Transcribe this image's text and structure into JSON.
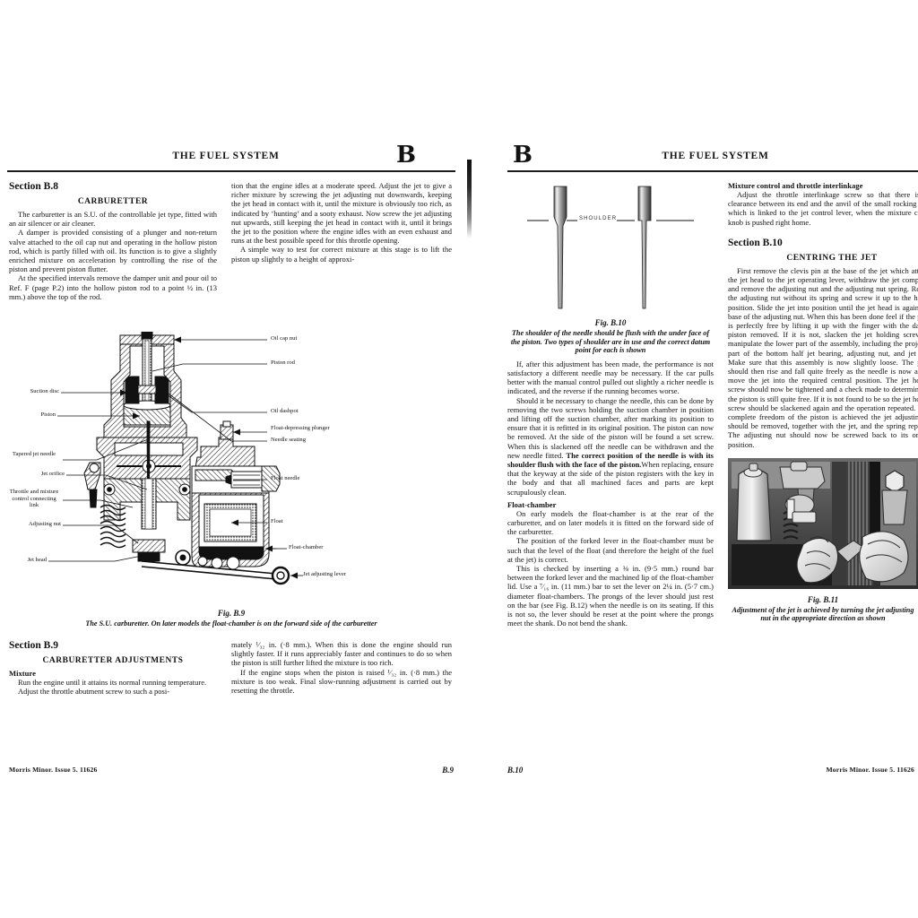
{
  "document": {
    "kind": "workshop-manual-spread",
    "running_head": "THE FUEL SYSTEM",
    "section_letter": "B"
  },
  "left_page": {
    "folio": "B.9",
    "imprint": "Morris Minor.   Issue 5.   11626",
    "section_b8": {
      "number": "Section B.8",
      "title": "CARBURETTER",
      "paragraphs": [
        "The carburetter is an S.U. of the controllable jet type, fitted with an air silencer or air cleaner.",
        "A damper is provided consisting of a plunger and non-return valve attached to the oil cap nut and operating in the hollow piston rod, which is partly filled with oil. Its function is to give a slightly enriched mixture on acceleration by controlling the rise of the piston and prevent piston flutter.",
        "At the specified intervals remove the damper unit and pour oil to Ref. F (page P.2) into the hollow piston rod to a point ½ in. (13 mm.) above the top of the rod.",
        "tion that the engine idles at a moderate speed. Adjust the jet to give a richer mixture by screwing the jet adjusting nut downwards, keeping the jet head in contact with it, until the mixture is obviously too rich, as indicated by ‘hunting’ and a sooty exhaust. Now screw the jet adjusting nut upwards, still keeping the jet head in contact with it, until it brings the jet to the position where the engine idles with an even exhaust and runs at the best possible speed for this throttle opening.",
        "A simple way to test for correct mixture at this stage is to lift the piston up slightly to a height of approxi-"
      ]
    },
    "figure_b9": {
      "number": "Fig. B.9",
      "caption": "The S.U. carburetter. On later models the float-chamber is on the forward side of the carburetter",
      "callouts_right": [
        "Oil cap nut",
        "Piston rod",
        "Oil dashpot",
        "Needle seating",
        "Float-depressing plunger",
        "Float needle",
        "Float",
        "Float-chamber",
        "Jet adjusting lever"
      ],
      "callouts_left": [
        "Suction disc",
        "Piston",
        "Tapered jet needle",
        "Jet orifice",
        "Throttle and mixture control connecting link",
        "Adjusting nut",
        "Jet head"
      ]
    },
    "section_b9": {
      "number": "Section B.9",
      "title": "CARBURETTER ADJUSTMENTS",
      "minihead": "Mixture",
      "paragraphs": [
        "Run the engine until it attains its normal running temperature.",
        "Adjust the throttle abutment screw to such a posi-",
        "mately ¹⁄₃₂ in. (·8 mm.). When this is done the engine should run slightly faster. If it runs appreciably faster and continues to do so when the piston is still further lifted the mixture is too rich.",
        "If the engine stops when the piston is raised ¹⁄₃₂ in. (·8 mm.) the mixture is too weak. Final slow-running adjustment is carried out by resetting the throttle."
      ]
    }
  },
  "right_page": {
    "folio": "B.10",
    "imprint": "Morris Minor.   Issue 5.   11626",
    "figure_b10": {
      "number": "Fig. B.10",
      "caption": "The shoulder of the needle should be flush with the under face of the piston. Two types of shoulder are in use and the correct datum point for each is shown",
      "label": "SHOULDER"
    },
    "left_column": {
      "paragraphs": [
        "If, after this adjustment has been made, the performance is not satisfactory a different needle may be necessary. If the car pulls better with the manual control pulled out slightly a richer needle is indicated, and the reverse if the running becomes worse.",
        "Should it be necessary to change the needle, this can be done by removing the two screws holding the suction chamber in position and lifting off the suction chamber, after marking its position to ensure that it is refitted in its original position. The piston can now be removed. At the side of the piston will be found a set screw. When this is slackened off the needle can be withdrawn and the new needle fitted. ",
        "When replacing, ensure that the keyway at the side of the piston registers with the key in the body and that all machined faces and parts are kept scrupulously clean."
      ],
      "bold_sentence": "The correct position of the needle is with its shoulder flush with the face of the piston.",
      "float_chamber": {
        "heading": "Float-chamber",
        "paragraphs": [
          "On early models the float-chamber is at the rear of the carburetter, and on later models it is fitted on the forward side of the carburetter.",
          "The position of the forked lever in the float-chamber must be such that the level of the float (and therefore the height of the fuel at the jet) is correct.",
          "This is checked by inserting a ⅜ in. (9·5 mm.) round bar between the forked lever and the machined lip of the float-chamber lid. Use a ⁷⁄₁₆ in. (11 mm.) bar to set the lever on 2¼ in. (5·7 cm.) diameter float-chambers. The prongs of the lever should just rest on the bar (see Fig. B.12) when the needle is on its seating. If this is not so, the lever should be reset at the point where the prongs meet the shank. Do not bend the shank."
        ]
      }
    },
    "right_column": {
      "interlinkage": {
        "heading": "Mixture control and throttle interlinkage",
        "paragraph": "Adjust the throttle interlinkage screw so that there is just clearance between its end and the anvil of the small rocking lever, which is linked to the jet control lever, when the mixture control knob is pushed right home."
      },
      "section_b10": {
        "number": "Section B.10",
        "title": "CENTRING THE JET",
        "paragraphs": [
          "First remove the clevis pin at the base of the jet which attaches the jet head to the jet operating lever, withdraw the jet completely and remove the adjusting nut and the adjusting nut spring. Replace the adjusting nut without its spring and screw it up to the highest position. Slide the jet into position until the jet head is against the base of the adjusting nut. When this has been done feel if the piston is perfectly free by lifting it up with the finger with the dashpot piston removed. If it is not, slacken the jet holding screw and manipulate the lower part of the assembly, including the projecting part of the bottom half jet bearing, adjusting nut, and jet head. Make sure that this assembly is now slightly loose. The piston should then rise and fall quite freely as the needle is now able to move the jet into the required central position. The jet holding screw should now be tightened and a check made to determine that the piston is still quite free. If it is not found to be so the jet holding screw should be slackened again and the operation repeated. When complete freedom of the piston is achieved the jet adjusting nut should be removed, together with the jet, and the spring replaced. The adjusting nut should now be screwed back to its original position."
        ]
      },
      "figure_b11": {
        "number": "Fig. B.11",
        "caption": "Adjustment of the jet is achieved by turning the jet adjusting nut in the appropriate direction as shown"
      }
    }
  },
  "colors": {
    "ink": "#111111",
    "paper": "#ffffff",
    "rule": "#1b1b1b"
  }
}
